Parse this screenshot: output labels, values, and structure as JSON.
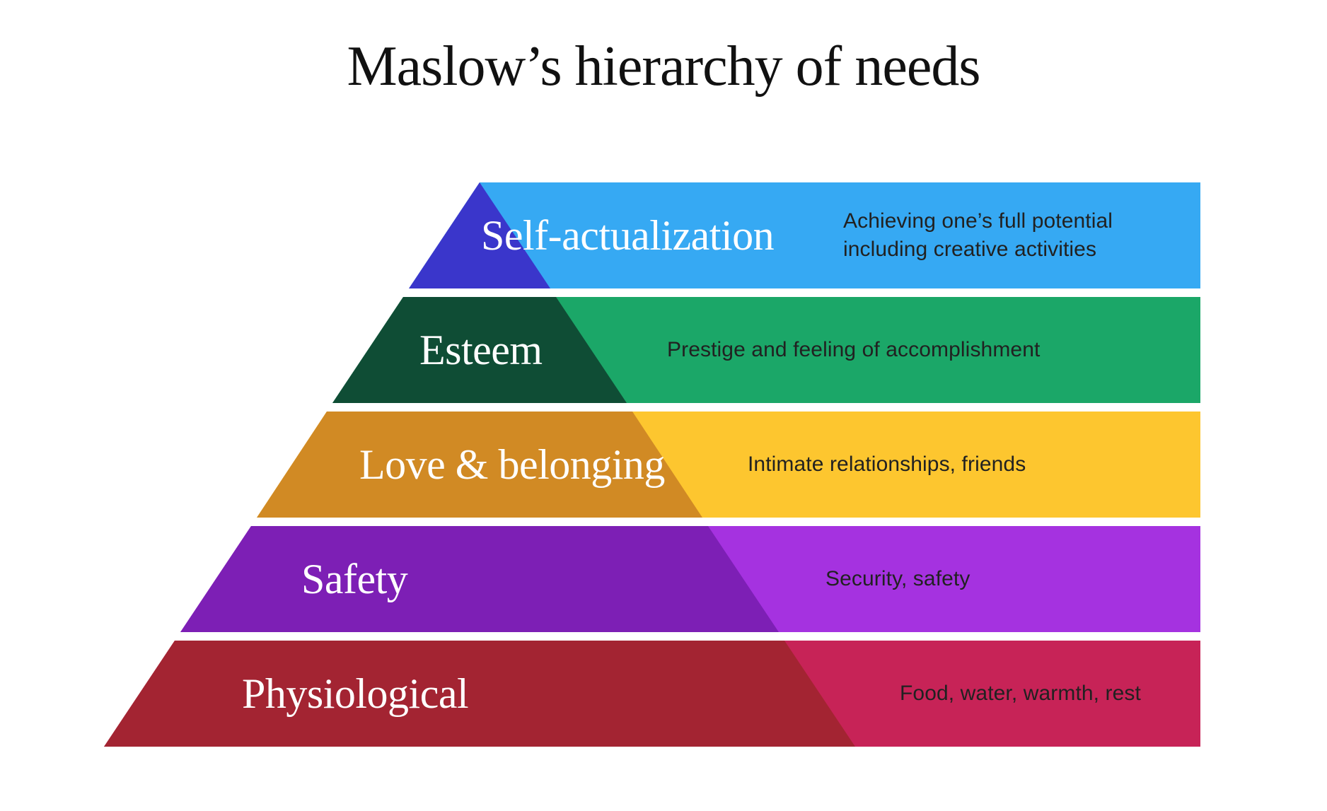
{
  "title": "Maslow’s hierarchy of needs",
  "text_colors": {
    "title": "#111111",
    "label": "#ffffff",
    "description": "#212121"
  },
  "levels": [
    {
      "id": "self-actualization",
      "label": "Self-actualization",
      "description": "Achieving one’s full potential including creative activities",
      "dark_color": "#3A36CB",
      "light_color": "#36A9F3"
    },
    {
      "id": "esteem",
      "label": "Esteem",
      "description": "Prestige and feeling of accomplishment",
      "dark_color": "#0F4D35",
      "light_color": "#1BA768"
    },
    {
      "id": "love-belonging",
      "label": "Love & belonging",
      "description": "Intimate relationships, friends",
      "dark_color": "#D18A24",
      "light_color": "#FDC62F"
    },
    {
      "id": "safety",
      "label": "Safety",
      "description": "Security, safety",
      "dark_color": "#7D1FB5",
      "light_color": "#A532E0"
    },
    {
      "id": "physiological",
      "label": "Physiological",
      "description": "Food, water, warmth, rest",
      "dark_color": "#A32432",
      "light_color": "#C72357"
    }
  ]
}
